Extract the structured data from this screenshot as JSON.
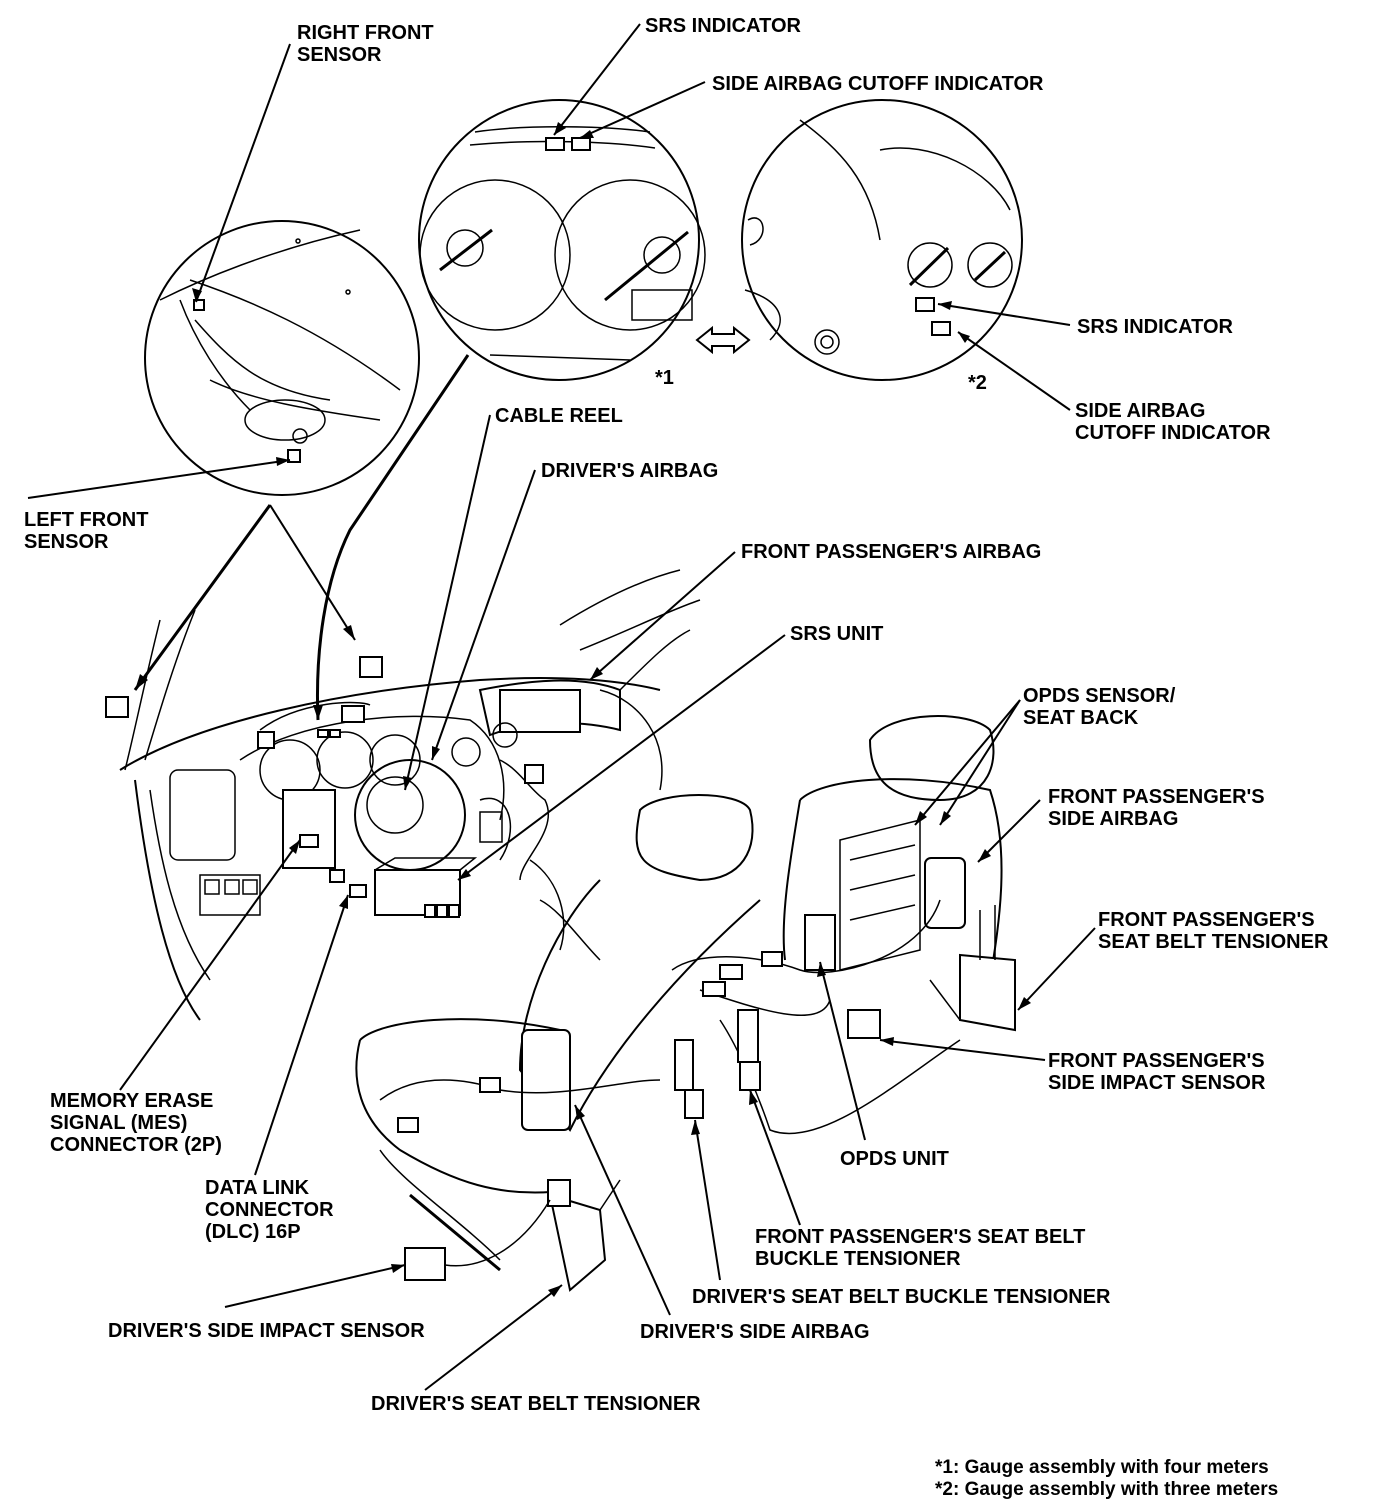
{
  "labels": {
    "right_front_sensor": [
      "RIGHT FRONT",
      "SENSOR"
    ],
    "srs_indicator_top": "SRS INDICATOR",
    "side_airbag_cutoff_top": "SIDE AIRBAG CUTOFF INDICATOR",
    "srs_indicator_right": "SRS INDICATOR",
    "side_airbag_cutoff_right": [
      "SIDE AIRBAG",
      "CUTOFF INDICATOR"
    ],
    "gauge_mark_1": "*1",
    "gauge_mark_2": "*2",
    "cable_reel": "CABLE REEL",
    "drivers_airbag": "DRIVER'S AIRBAG",
    "left_front_sensor": [
      "LEFT FRONT",
      "SENSOR"
    ],
    "front_passengers_airbag": "FRONT PASSENGER'S AIRBAG",
    "srs_unit": "SRS UNIT",
    "opds_sensor": [
      "OPDS SENSOR/",
      "SEAT BACK"
    ],
    "front_passengers_side_airbag": [
      "FRONT PASSENGER'S",
      "SIDE AIRBAG"
    ],
    "front_passengers_seat_belt_tensioner": [
      "FRONT PASSENGER'S",
      "SEAT BELT TENSIONER"
    ],
    "front_passengers_side_impact_sensor": [
      "FRONT PASSENGER'S",
      "SIDE IMPACT SENSOR"
    ],
    "opds_unit": "OPDS UNIT",
    "mes_connector": [
      "MEMORY ERASE",
      "SIGNAL (MES)",
      "CONNECTOR (2P)"
    ],
    "dlc": [
      "DATA LINK",
      "CONNECTOR",
      "(DLC) 16P"
    ],
    "front_passengers_buckle_tensioner": [
      "FRONT PASSENGER'S SEAT BELT",
      "BUCKLE TENSIONER"
    ],
    "drivers_buckle_tensioner": "DRIVER'S SEAT BELT BUCKLE TENSIONER",
    "drivers_side_impact_sensor": "DRIVER'S SIDE IMPACT SENSOR",
    "drivers_side_airbag": "DRIVER'S SIDE AIRBAG",
    "drivers_seat_belt_tensioner": "DRIVER'S SEAT BELT TENSIONER"
  },
  "footnotes": [
    "*1: Gauge assembly with four meters",
    "*2: Gauge assembly with three meters"
  ]
}
